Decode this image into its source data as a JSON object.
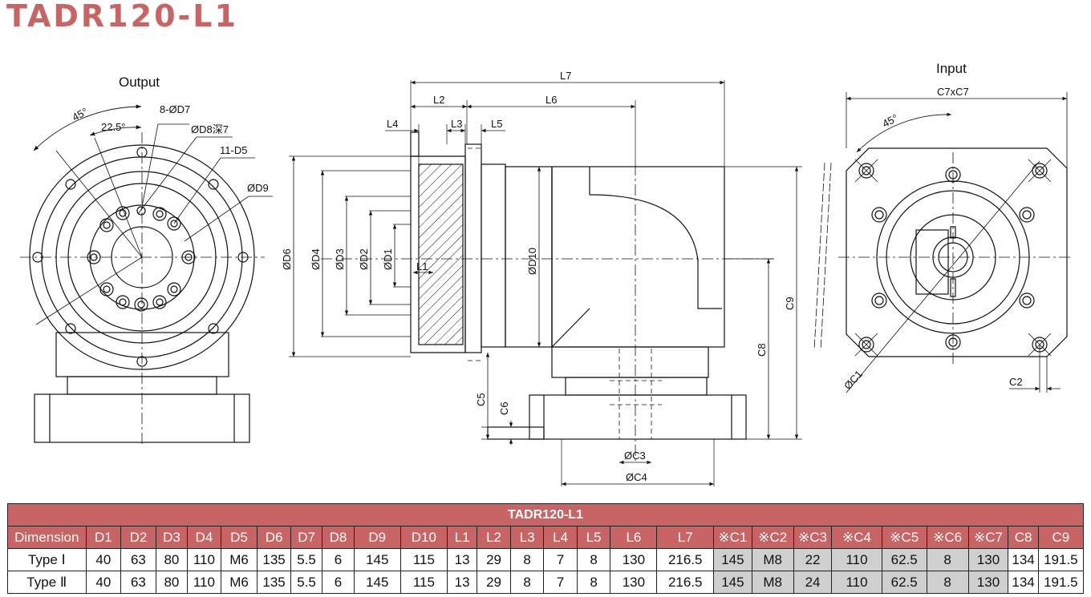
{
  "title": "TADR120-L1",
  "views": {
    "output_label": "Output",
    "input_label": "Input"
  },
  "output_view": {
    "angle_45": "45°",
    "angle_22": "22.5°",
    "holes_d7": "8-ØD7",
    "depth_d8": "ØD8深7",
    "thread_d5": "11-D5",
    "dia_d9": "ØD9"
  },
  "side_view": {
    "L7": "L7",
    "L2": "L2",
    "L6": "L6",
    "L4": "L4",
    "L3": "L3",
    "L5": "L5",
    "L1": "L1",
    "D6": "ØD6",
    "D4": "ØD4",
    "D3": "ØD3",
    "D2": "ØD2",
    "D1": "ØD1",
    "D10": "ØD10",
    "C9": "C9",
    "C8": "C8",
    "C5": "C5",
    "C6": "C6",
    "C3": "ØC3",
    "C4": "ØC4"
  },
  "input_view": {
    "c7": "C7xC7",
    "angle_45": "45°",
    "c1": "ØC1",
    "c2": "C2"
  },
  "table": {
    "caption": "TADR120-L1",
    "headers": [
      "Dimension",
      "D1",
      "D2",
      "D3",
      "D4",
      "D5",
      "D6",
      "D7",
      "D8",
      "D9",
      "D10",
      "L1",
      "L2",
      "L3",
      "L4",
      "L5",
      "L6",
      "L7",
      "※C1",
      "※C2",
      "※C3",
      "※C4",
      "※C5",
      "※C6",
      "※C7",
      "C8",
      "C9"
    ],
    "rows": [
      [
        "Type Ⅰ",
        "40",
        "63",
        "80",
        "110",
        "M6",
        "135",
        "5.5",
        "6",
        "145",
        "115",
        "13",
        "29",
        "8",
        "7",
        "8",
        "130",
        "216.5",
        "145",
        "M8",
        "22",
        "110",
        "62.5",
        "8",
        "130",
        "134",
        "191.5"
      ],
      [
        "Type Ⅱ",
        "40",
        "63",
        "80",
        "110",
        "M6",
        "135",
        "5.5",
        "6",
        "145",
        "115",
        "13",
        "29",
        "8",
        "7",
        "8",
        "130",
        "216.5",
        "145",
        "M8",
        "24",
        "110",
        "62.5",
        "8",
        "130",
        "134",
        "191.5"
      ]
    ],
    "highlight_color": "#cfcfcf",
    "header_color": "#c86464"
  }
}
